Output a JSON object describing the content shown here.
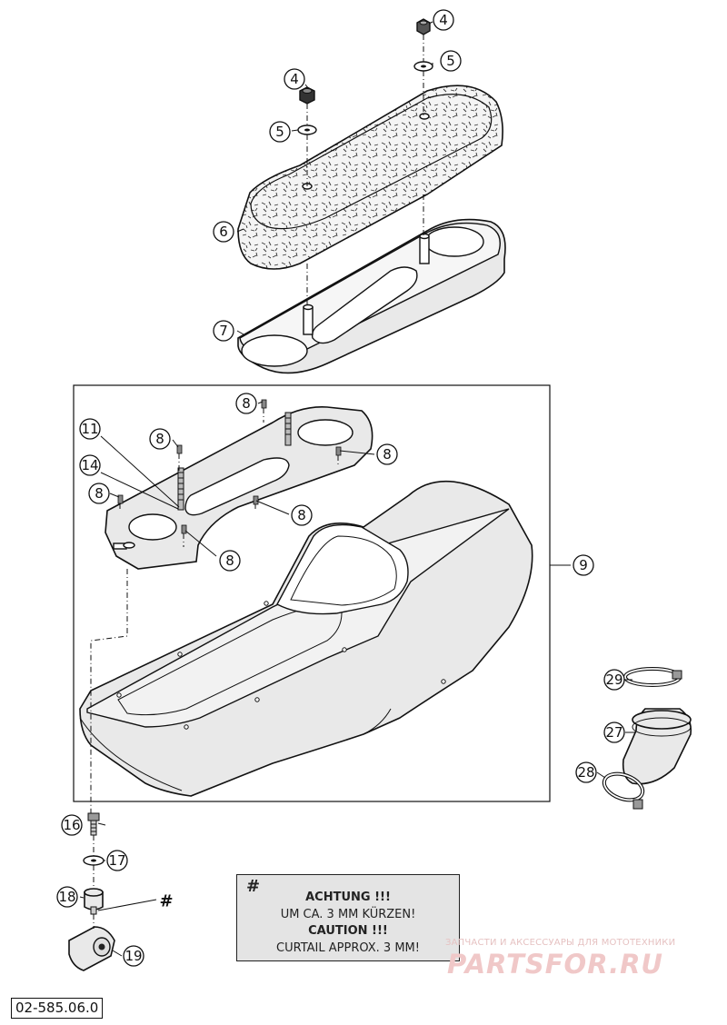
{
  "callouts": {
    "c4a": "4",
    "c5a": "5",
    "c4b": "4",
    "c5b": "5",
    "c6": "6",
    "c7": "7",
    "c8a": "8",
    "c8b": "8",
    "c8c": "8",
    "c8d": "8",
    "c8e": "8",
    "c8f": "8",
    "c11": "11",
    "c14": "14",
    "c9": "9",
    "c29": "29",
    "c27": "27",
    "c28": "28",
    "c16": "16",
    "c17": "17",
    "c18": "18",
    "c19": "19"
  },
  "hash_marker": "#",
  "note": {
    "hash": "#",
    "line1": "ACHTUNG !!!",
    "line2": "UM CA. 3 MM KÜRZEN!",
    "line3": "CAUTION !!!",
    "line4": "CURTAIL APPROX. 3 MM!"
  },
  "drawing_number": "02-585.06.0",
  "watermark": {
    "tagline": "ЗАПЧАСТИ И АКСЕССУАРЫ ДЛЯ МОТОТЕХНИКИ",
    "brand": "PARTSFOR.RU"
  }
}
